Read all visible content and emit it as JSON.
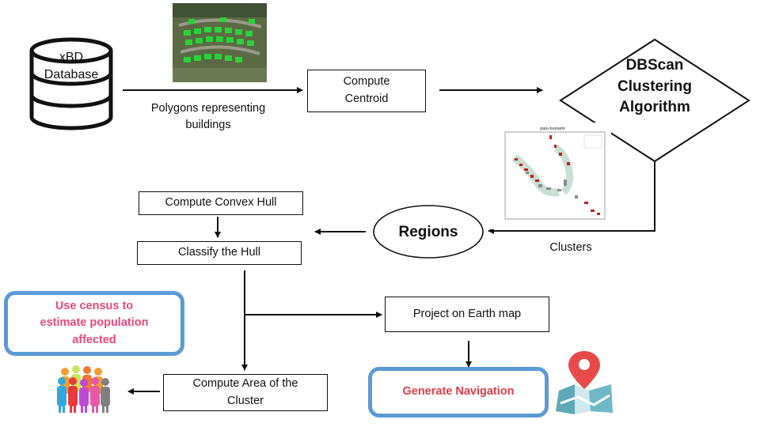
{
  "nodes": {
    "database": "xBD\nDatabase",
    "polygons_label": "Polygons representing\nbuildings",
    "compute_centroid": "Compute\nCentroid",
    "dbscan": "DBScan\nClustering\nAlgorithm",
    "chart_title": "palu-tsunami",
    "clusters_label": "Clusters",
    "regions": "Regions",
    "convex_hull": "Compute Convex Hull",
    "classify_hull": "Classify the Hull",
    "project_map": "Project on Earth map",
    "census": "Use census to\nestimate population\naffected",
    "area_cluster": "Compute Area of the\nCluster",
    "navigation": "Generate Navigation"
  },
  "colors": {
    "census_text": "#e8497a",
    "navigation_text": "#e03c4a",
    "highlight_border": "#5b9bd5"
  },
  "icons": [
    "database-icon",
    "satellite-image",
    "scatter-plot-thumbnail",
    "people-group-icon",
    "map-pin-icon"
  ]
}
